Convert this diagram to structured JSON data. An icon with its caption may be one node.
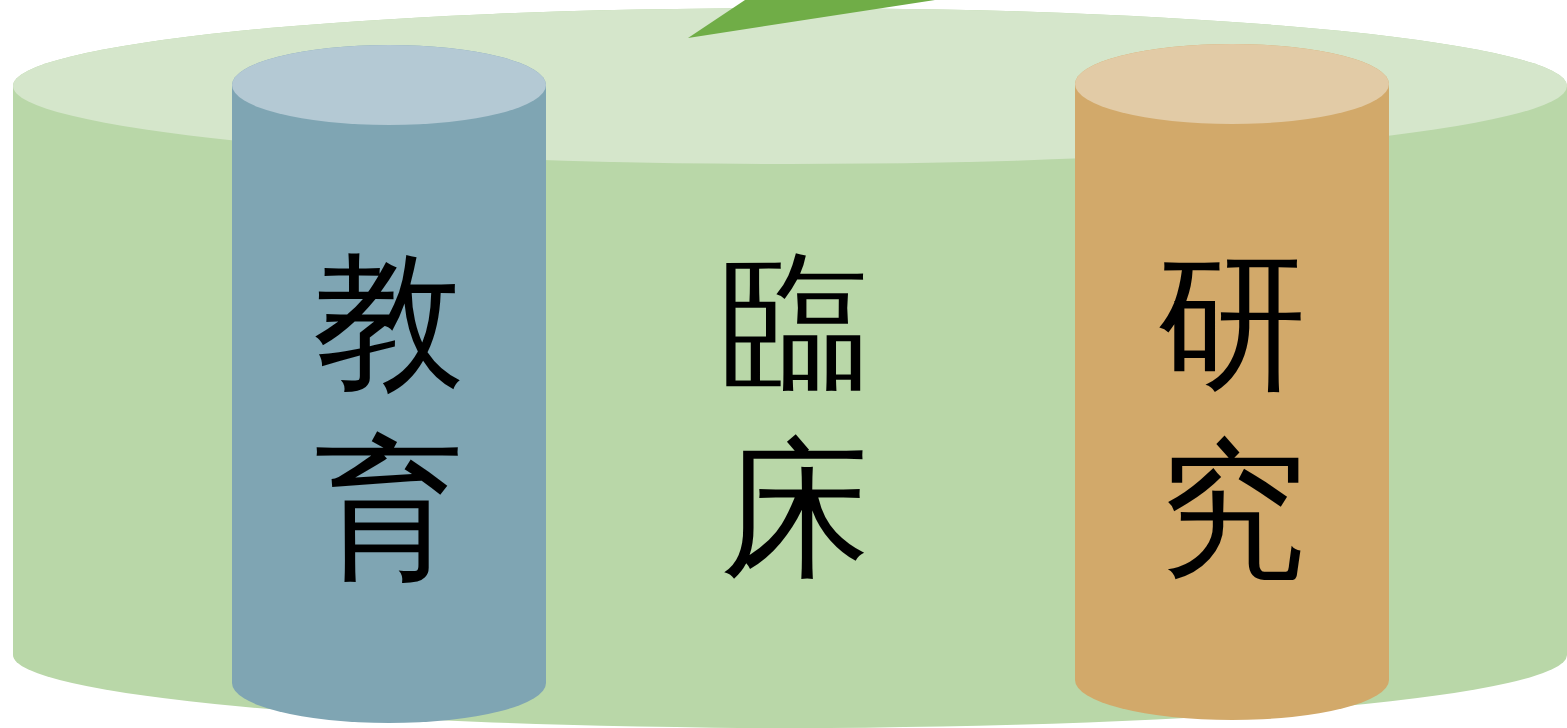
{
  "diagram": {
    "nodes": [
      {
        "text": [
          "臨床"
        ]
      },
      {
        "text": [
          "教育"
        ],
        "in": 0
      },
      {
        "text": [
          "研究"
        ],
        "in": 0
      }
    ]
  }
}
